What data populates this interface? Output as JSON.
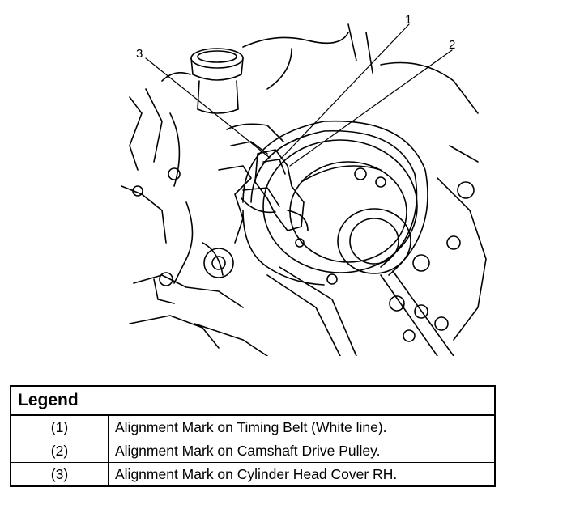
{
  "figure": {
    "callouts": [
      {
        "label": "1"
      },
      {
        "label": "2"
      },
      {
        "label": "3"
      }
    ]
  },
  "legend": {
    "title": "Legend",
    "rows": [
      {
        "num": "(1)",
        "text": "Alignment Mark on Timing Belt (White line)."
      },
      {
        "num": "(2)",
        "text": "Alignment Mark on Camshaft Drive Pulley."
      },
      {
        "num": "(3)",
        "text": "Alignment Mark on Cylinder Head Cover RH."
      }
    ]
  }
}
